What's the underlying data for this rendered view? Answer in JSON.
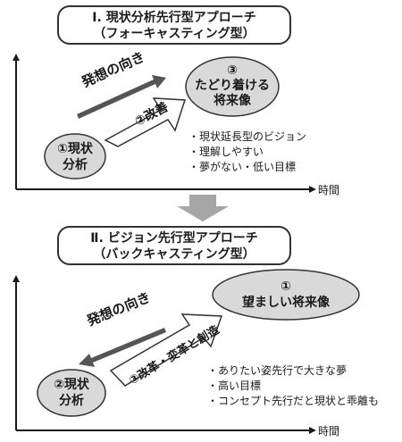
{
  "section1": {
    "title_line1": "Ⅰ. 現状分析先行型アプローチ",
    "title_line2": "（フォーキャスティング型）",
    "thinking_direction": "発想の向き",
    "step1": {
      "number": "①現状",
      "label": "分析"
    },
    "step2": "②改善",
    "step3": {
      "number": "③",
      "line1": "たどり着ける",
      "line2": "将来像"
    },
    "bullets": [
      "・現状延長型のビジョン",
      "・理解しやすい",
      "・夢がない・低い目標"
    ],
    "x_axis_label": "時間"
  },
  "section2": {
    "title_line1": "Ⅱ. ビジョン先行型アプローチ",
    "title_line2": "（バックキャスティング型）",
    "thinking_direction": "発想の向き",
    "step1": {
      "number": "①",
      "label": "望ましい将来像"
    },
    "step2": {
      "number": "②現状",
      "label": "分析"
    },
    "step3": "③改革・変革と創造",
    "bullets": [
      "・ありたい姿先行で大きな夢",
      "・高い目標",
      "・コンセプト先行だと現状と乖離も"
    ],
    "x_axis_label": "時間"
  },
  "colors": {
    "ellipse_fill": "#d9d9d9",
    "arrow_gray": "#595959",
    "transition_arrow": "#a6a6a6",
    "outline": "#333333"
  }
}
